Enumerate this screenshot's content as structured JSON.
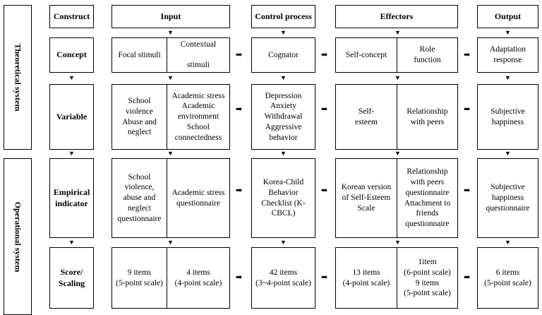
{
  "side_labels": {
    "theoretical": "Theoretical system",
    "operational": "Operational system"
  },
  "headers": {
    "construct": "Construct",
    "input": "Input",
    "control": "Control process",
    "effectors": "Effectors",
    "output": "Output"
  },
  "rows": {
    "concept": {
      "label": "Concept",
      "input_a": "Focal stimuli",
      "input_b": "Contextual\n\nstimuli",
      "control": "Cognator",
      "effectors_a": "Self-concept",
      "effectors_b": "Role\nfunction",
      "output": "Adaptation\nresponse"
    },
    "variable": {
      "label": "Variable",
      "input_a": "School\nviolence\nAbuse and\nneglect",
      "input_b": "Academic stress\nAcademic\nenvironment\nSchool\nconnectedness",
      "control": "Depression\nAnxiety\nWithdrawal\nAggressive\nbehavior",
      "effectors_a": "Self-\nesteem",
      "effectors_b": "Relationship\nwith peers",
      "output": "Subjective\nhappiness"
    },
    "empirical": {
      "label": "Empirical\nindicator",
      "input_a": "School\nviolence,\nabuse and\nneglect\nquestionnaire",
      "input_b": "Academic stress\nquestionnaire",
      "control": "Korea-Child\nBehavior\nChecklist (K-\nCBCL)",
      "effectors_a": "Korean version\nof Self-Esteem\nScale",
      "effectors_b": "Relationship\nwith peers\nquestionnaire\nAttachment to\nfriends\nquestionnaire",
      "output": "Subjective\nhappiness\nquestionnaire"
    },
    "score": {
      "label": "Score/\nScaling",
      "input_a": "9 items\n(5-point scale)",
      "input_b": "4 items\n(4-point scale)",
      "control": "42 items\n(3~4-point scale)",
      "effectors_a": "13 items\n(4-point scale)",
      "effectors_b": "1item\n(6-point scale)\n9 items\n(5-point scale)",
      "output": "6 items\n(5-point scale)"
    }
  },
  "glyphs": {
    "arrow_right": "➡",
    "arrow_down": "▼"
  }
}
